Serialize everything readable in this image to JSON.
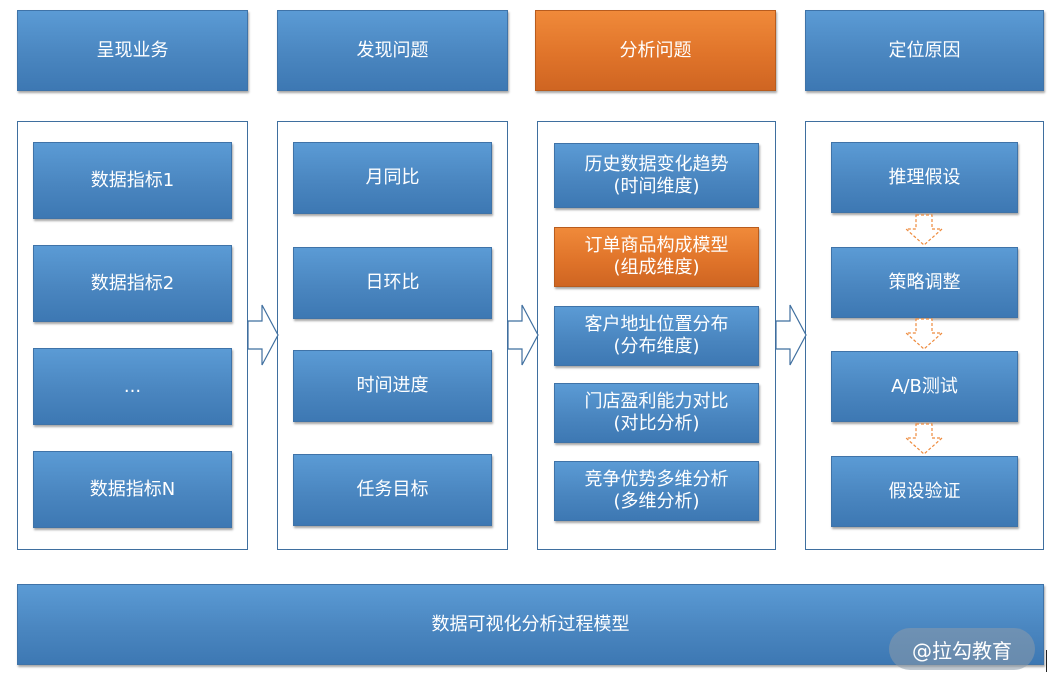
{
  "headers": [
    "呈现业务",
    "发现问题",
    "分析问题",
    "定位原因"
  ],
  "col1": [
    "数据指标1",
    "数据指标2",
    "...",
    "数据指标N"
  ],
  "col2": [
    "月同比",
    "日环比",
    "时间进度",
    "任务目标"
  ],
  "col3": [
    {
      "line1": "历史数据变化趋势",
      "line2": "(时间维度)"
    },
    {
      "line1": "订单商品构成模型",
      "line2": "(组成维度)"
    },
    {
      "line1": "客户地址位置分布",
      "line2": "(分布维度)"
    },
    {
      "line1": "门店盈利能力对比",
      "line2": "(对比分析)"
    },
    {
      "line1": "竞争优势多维分析",
      "line2": "(多维分析)"
    }
  ],
  "col4": [
    "推理假设",
    "策略调整",
    "A/B测试",
    "假设验证"
  ],
  "footer": "数据可视化分析过程模型",
  "watermark": "@拉勾教育",
  "colors": {
    "blue": "#4a86c0",
    "orange": "#e0742a",
    "border": "#3f6f9f"
  }
}
